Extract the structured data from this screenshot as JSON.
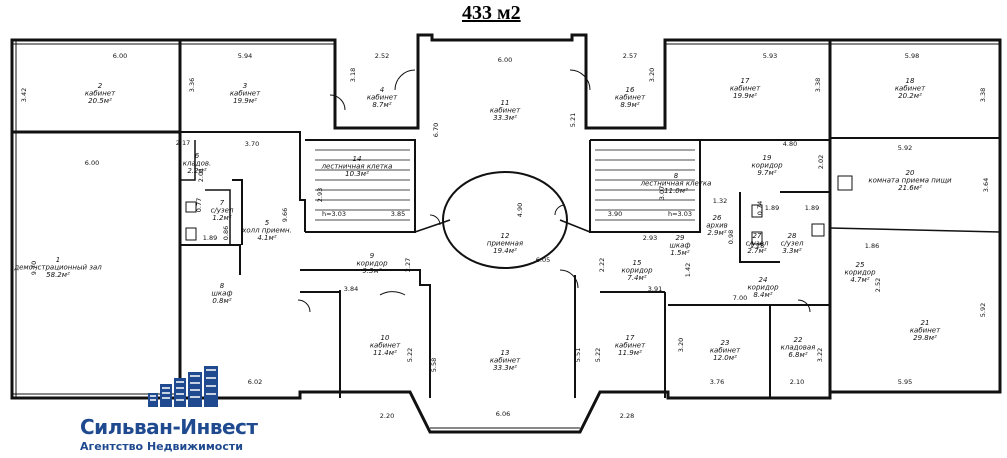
{
  "header": {
    "area_label": "433 м2"
  },
  "logo": {
    "name": "Сильван-Инвест",
    "subtitle": "Агентство Недвижимости"
  },
  "rooms": [
    {
      "num": "1",
      "name": "демонстрационный зал",
      "area": "58.2м²"
    },
    {
      "num": "2",
      "name": "кабинет",
      "area": "20.5м²"
    },
    {
      "num": "3",
      "name": "кабинет",
      "area": "19.9м²"
    },
    {
      "num": "4",
      "name": "кабинет",
      "area": "8.7м²"
    },
    {
      "num": "5",
      "name": "холл приемн.",
      "area": "4.1м²"
    },
    {
      "num": "6",
      "name": "кладов.",
      "area": "2.2м²"
    },
    {
      "num": "7",
      "name": "с/узел",
      "area": "1.2м²"
    },
    {
      "num": "8",
      "name": "шкаф",
      "area": "0.8м²"
    },
    {
      "num": "9",
      "name": "коридор",
      "area": "9.3м²"
    },
    {
      "num": "10",
      "name": "кабинет",
      "area": "11.4м²"
    },
    {
      "num": "11",
      "name": "кабинет",
      "area": "33.3м²"
    },
    {
      "num": "12",
      "name": "приемная",
      "area": "19.4м²"
    },
    {
      "num": "13",
      "name": "кабинет",
      "area": "33.3м²"
    },
    {
      "num": "14",
      "name": "лестничная клетка",
      "area": "10.3м²"
    },
    {
      "num": "15",
      "name": "коридор",
      "area": "7.4м²"
    },
    {
      "num": "16",
      "name": "кабинет",
      "area": "8.9м²"
    },
    {
      "num": "17",
      "name": "кабинет",
      "area": "19.9м²"
    },
    {
      "num": "17",
      "name": "кабинет",
      "area": "11.9м²"
    },
    {
      "num": "18",
      "name": "кабинет",
      "area": "20.2м²"
    },
    {
      "num": "19",
      "name": "коридор",
      "area": "9.7м²"
    },
    {
      "num": "20",
      "name": "комната приема пищи",
      "area": "21.6м²"
    },
    {
      "num": "21",
      "name": "кабинет",
      "area": "29.8м²"
    },
    {
      "num": "22",
      "name": "кладовая",
      "area": "6.8м²"
    },
    {
      "num": "23",
      "name": "кабинет",
      "area": "12.0м²"
    },
    {
      "num": "24",
      "name": "коридор",
      "area": "8.4м²"
    },
    {
      "num": "25",
      "name": "коридор",
      "area": "4.7м²"
    },
    {
      "num": "26",
      "name": "архив",
      "area": "2.9м²"
    },
    {
      "num": "27",
      "name": "с/узел",
      "area": "2.7м²"
    },
    {
      "num": "28",
      "name": "с/узел",
      "area": "3.3м²"
    },
    {
      "num": "29",
      "name": "шкаф",
      "area": "1.5м²"
    },
    {
      "num": "8",
      "name": "лестничная клетка",
      "area": "11.0м²"
    }
  ],
  "dimensions": [
    "6.00",
    "5.94",
    "2.52",
    "6.00",
    "2.57",
    "5.93",
    "5.98",
    "3.42",
    "3.36",
    "3.18",
    "3.20",
    "3.38",
    "3.38",
    "6.00",
    "3.70",
    "6.70",
    "5.21",
    "4.80",
    "5.92",
    "2.02",
    "3.64",
    "2.17",
    "2.01",
    "0.77",
    "1.89",
    "0.86",
    "1.89",
    "9.66",
    "9.70",
    "2.93",
    "3.07",
    "h=3.03",
    "3.85",
    "3.90",
    "h=3.03",
    "4.90",
    "2.27",
    "2.22",
    "1.42",
    "2.93",
    "6.05",
    "3.84",
    "3.91",
    "1.32",
    "1.89",
    "0.74",
    "0.98",
    "1.28",
    "1.86",
    "2.52",
    "7.00",
    "5.22",
    "5.58",
    "5.51",
    "5.22",
    "3.20",
    "3.22",
    "5.92",
    "2.20",
    "2.28",
    "6.06",
    "6.02",
    "3.76",
    "2.10",
    "5.95"
  ]
}
